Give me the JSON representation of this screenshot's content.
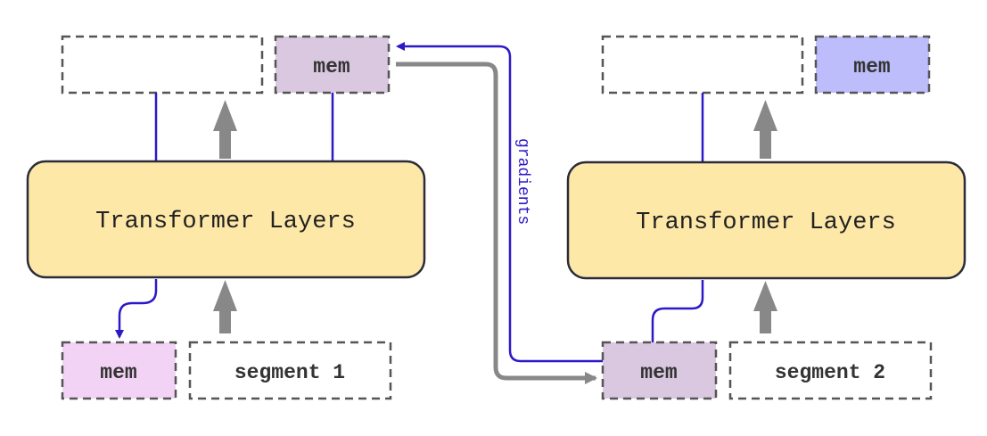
{
  "left_block": {
    "layers_label": "Transformer Layers",
    "top_mem_label": "mem",
    "bottom_mem_label": "mem",
    "segment_label": "segment 1"
  },
  "right_block": {
    "layers_label": "Transformer Layers",
    "top_mem_label": "mem",
    "bottom_mem_label": "mem",
    "segment_label": "segment 2"
  },
  "gradients_label": "gradients",
  "colors": {
    "layers_fill": "#fde8a8",
    "layers_stroke": "#2b2b3a",
    "dash_stroke": "#555555",
    "mem_purple": "#d9c8e0",
    "mem_pink": "#f3d3f5",
    "mem_blue": "#bcbdfa",
    "blue_line": "#2d18c8",
    "gray_arrow": "#888888",
    "label_text": "#333333"
  }
}
